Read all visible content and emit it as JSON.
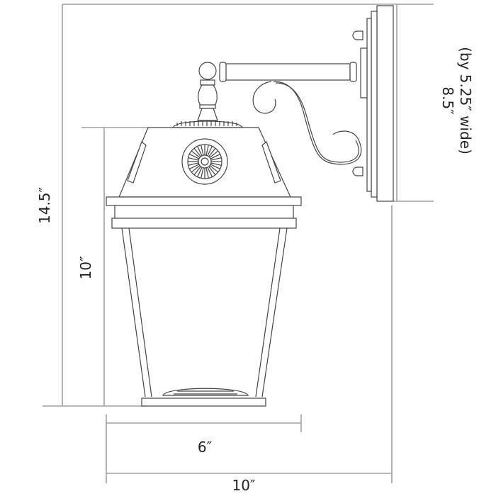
{
  "dimensions": {
    "overall_height": "14.5″",
    "lantern_height": "10″",
    "backplate_height": "8.5″",
    "backplate_width_note": "(by 5.25″ wide)",
    "lantern_width": "6″",
    "overall_extension": "10″"
  },
  "colors": {
    "dimension_line": "#a0a0a0",
    "drawing_line": "#444444"
  }
}
